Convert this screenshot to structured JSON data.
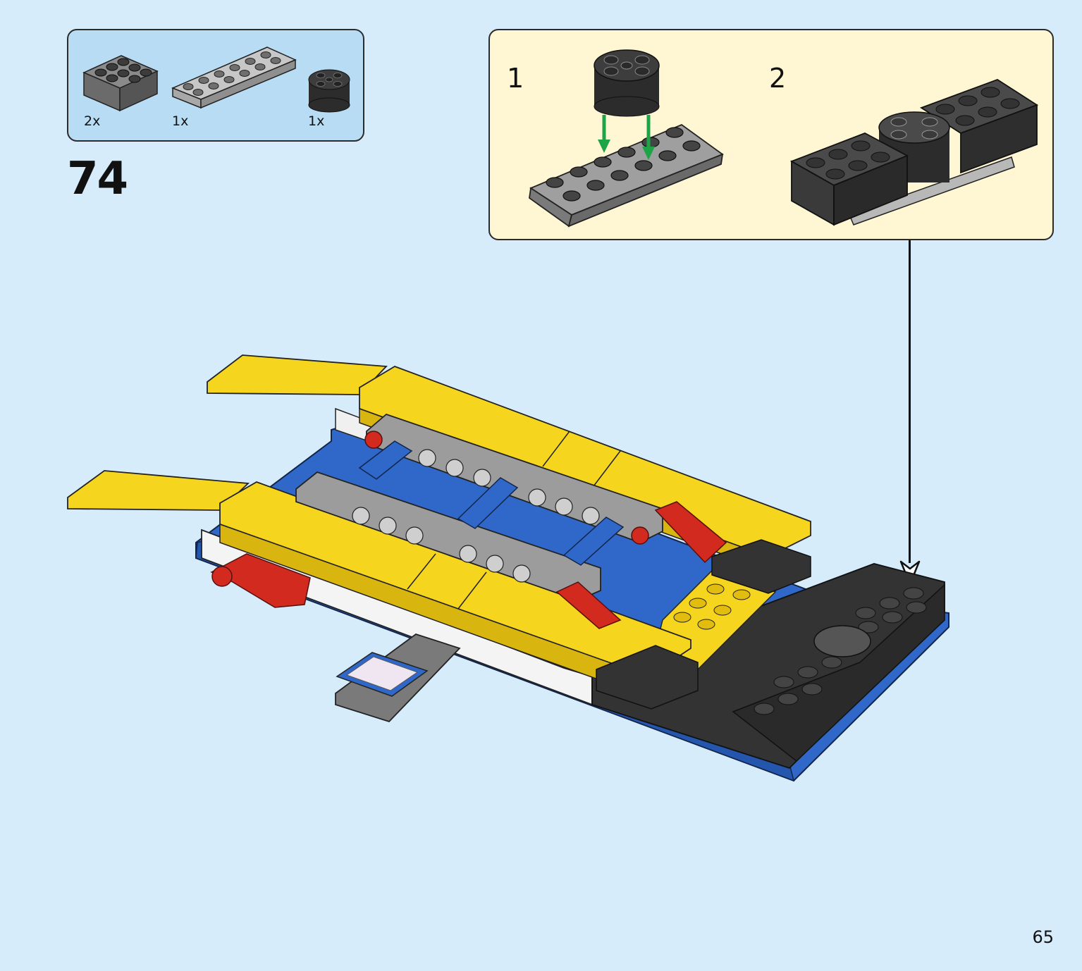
{
  "parts_list": {
    "items": [
      {
        "name": "dark-grey-brick-2x4",
        "quantity": "2x",
        "color": "#6b6b6b"
      },
      {
        "name": "light-grey-plate-2x6",
        "quantity": "1x",
        "color": "#a8a8a8"
      },
      {
        "name": "black-round-brick-2x2",
        "quantity": "1x",
        "color": "#2c2c2c"
      }
    ]
  },
  "step": {
    "number": "74"
  },
  "substeps": [
    {
      "number": "1"
    },
    {
      "number": "2"
    }
  ],
  "colors": {
    "background": "#d6ecfb",
    "parts_box": "#b9dcf5",
    "substep_box": "#fff6d4",
    "yellow": "#f6d51e",
    "blue": "#2f68c8",
    "red": "#d22a1f",
    "dark_grey": "#3a3a3a",
    "light_grey": "#9c9c9c",
    "insert_arrow": "#1fa347"
  },
  "page": {
    "number": "65"
  }
}
